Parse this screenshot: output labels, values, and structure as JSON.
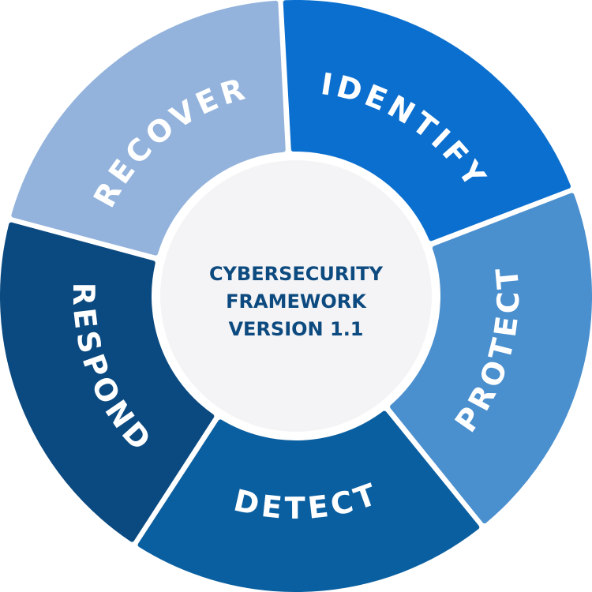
{
  "center": {
    "lines": [
      "CYBERSECURITY",
      "FRAMEWORK",
      "VERSION 1.1"
    ],
    "text_color": "#0d4a7f",
    "fill": "#f4f4f6"
  },
  "segments": [
    {
      "label": "IDENTIFY",
      "color": "#0b6fcf",
      "text_on_top": true
    },
    {
      "label": "PROTECT",
      "color": "#4a8fce",
      "text_on_top": false
    },
    {
      "label": "DETECT",
      "color": "#0a5fa0",
      "text_on_top": false
    },
    {
      "label": "RESPOND",
      "color": "#0b4a80",
      "text_on_top": false
    },
    {
      "label": "RECOVER",
      "color": "#93b3dc",
      "text_on_top": true
    }
  ]
}
